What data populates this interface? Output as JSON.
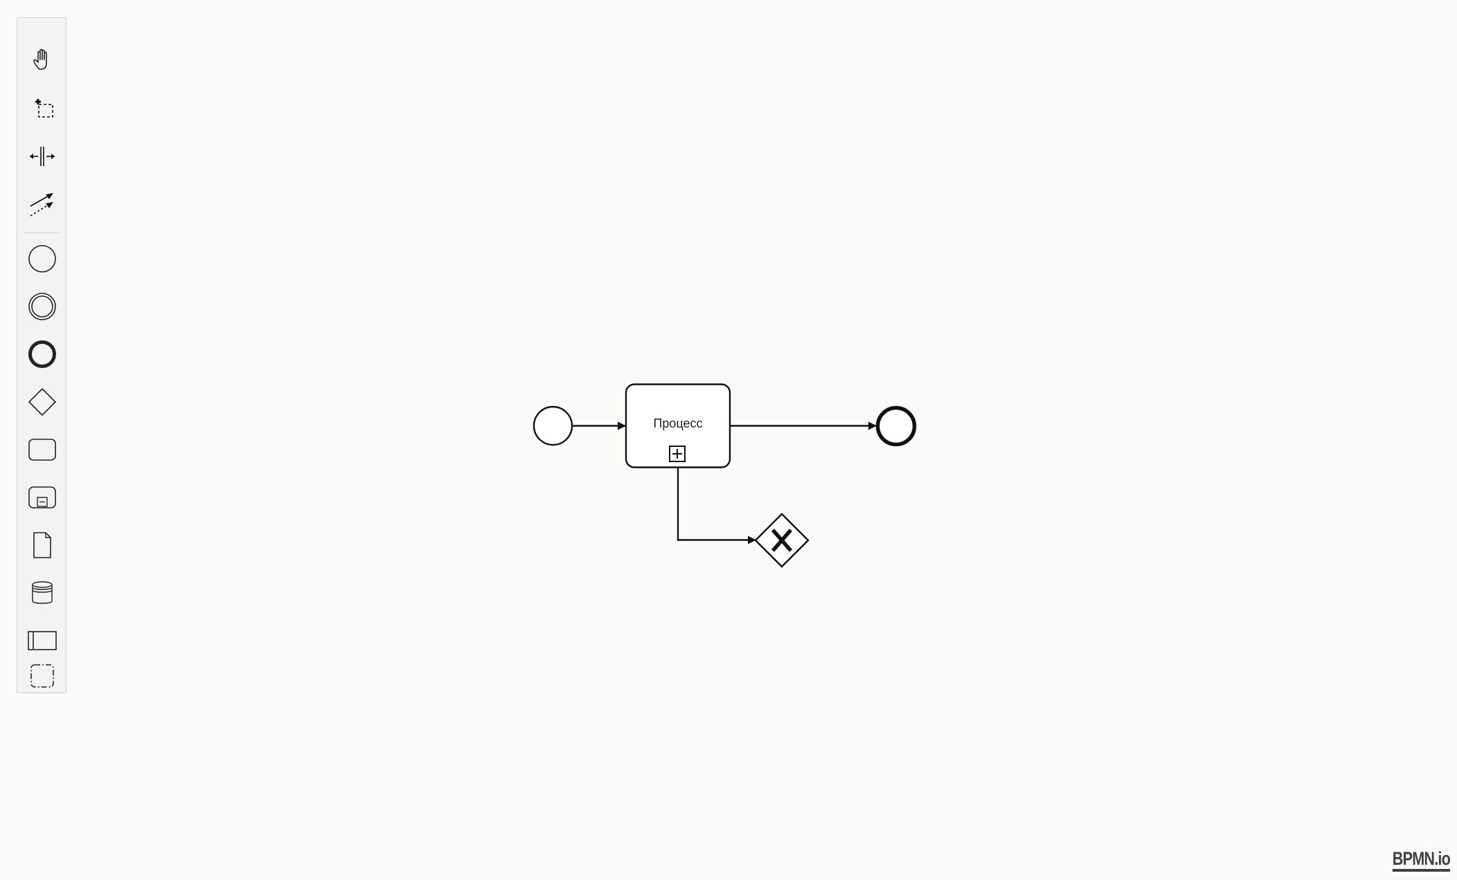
{
  "palette": {
    "tools": [
      {
        "name": "hand-tool",
        "icon": "hand-icon"
      },
      {
        "name": "lasso-tool",
        "icon": "lasso-icon"
      },
      {
        "name": "space-tool",
        "icon": "space-icon"
      },
      {
        "name": "connect-tool",
        "icon": "connect-icon"
      },
      {
        "name": "create-start-event",
        "icon": "start-event-icon"
      },
      {
        "name": "create-intermediate-event",
        "icon": "intermediate-event-icon"
      },
      {
        "name": "create-end-event",
        "icon": "end-event-icon"
      },
      {
        "name": "create-gateway",
        "icon": "gateway-icon"
      },
      {
        "name": "create-task",
        "icon": "task-icon"
      },
      {
        "name": "create-subprocess",
        "icon": "subprocess-icon"
      },
      {
        "name": "create-data-object",
        "icon": "data-object-icon"
      },
      {
        "name": "create-data-store",
        "icon": "data-store-icon"
      },
      {
        "name": "create-pool",
        "icon": "pool-icon"
      },
      {
        "name": "create-group",
        "icon": "group-icon"
      }
    ]
  },
  "diagram": {
    "task": {
      "label": "Процесс",
      "marker": "collapsed-subprocess-marker"
    },
    "gateway": {
      "type": "exclusive",
      "marker": "X"
    }
  },
  "watermark": {
    "text": "BPMN.io"
  }
}
